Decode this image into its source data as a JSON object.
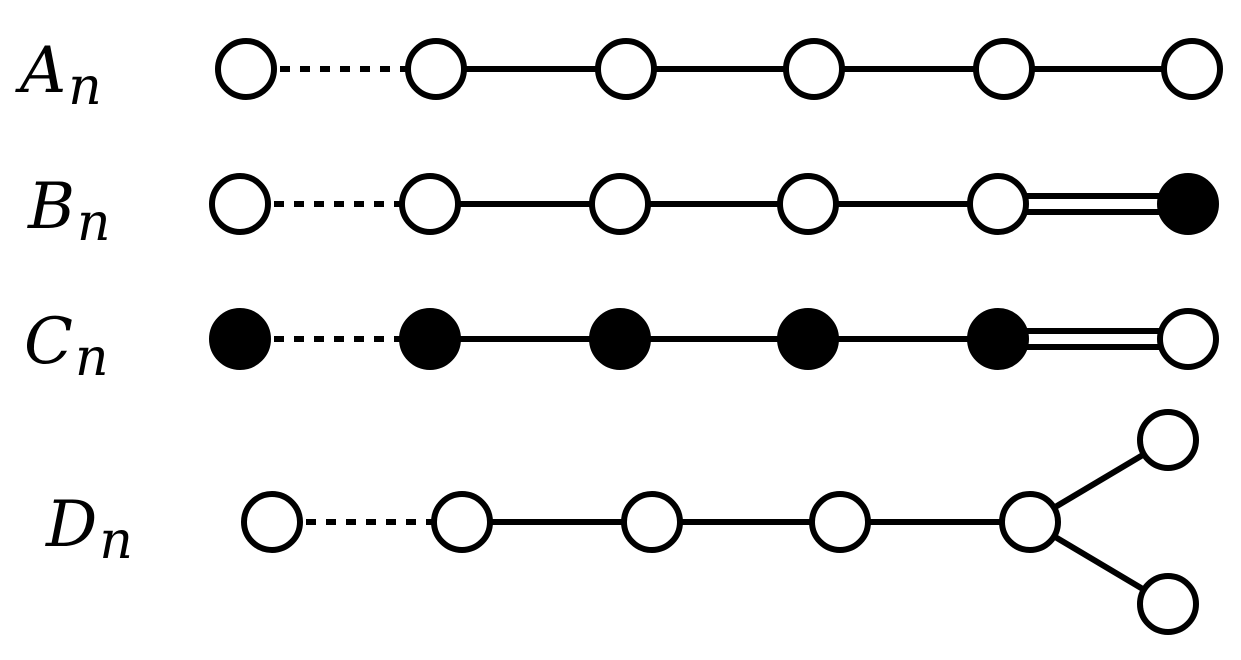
{
  "title": "",
  "colors": {
    "stroke": "#000000",
    "open_node": "#ffffff",
    "filled_node": "#000000"
  },
  "diagrams": [
    {
      "id": "A",
      "letter": "A",
      "subscript": "n",
      "nodes": [
        "open",
        "open",
        "open",
        "open",
        "open",
        "open"
      ],
      "edges": [
        {
          "from": 0,
          "to": 1,
          "type": "dotted"
        },
        {
          "from": 1,
          "to": 2,
          "type": "single"
        },
        {
          "from": 2,
          "to": 3,
          "type": "single"
        },
        {
          "from": 3,
          "to": 4,
          "type": "single"
        },
        {
          "from": 4,
          "to": 5,
          "type": "single"
        }
      ]
    },
    {
      "id": "B",
      "letter": "B",
      "subscript": "n",
      "nodes": [
        "open",
        "open",
        "open",
        "open",
        "open",
        "filled"
      ],
      "edges": [
        {
          "from": 0,
          "to": 1,
          "type": "dotted"
        },
        {
          "from": 1,
          "to": 2,
          "type": "single"
        },
        {
          "from": 2,
          "to": 3,
          "type": "single"
        },
        {
          "from": 3,
          "to": 4,
          "type": "single"
        },
        {
          "from": 4,
          "to": 5,
          "type": "double"
        }
      ]
    },
    {
      "id": "C",
      "letter": "C",
      "subscript": "n",
      "nodes": [
        "filled",
        "filled",
        "filled",
        "filled",
        "filled",
        "open"
      ],
      "edges": [
        {
          "from": 0,
          "to": 1,
          "type": "dotted"
        },
        {
          "from": 1,
          "to": 2,
          "type": "single"
        },
        {
          "from": 2,
          "to": 3,
          "type": "single"
        },
        {
          "from": 3,
          "to": 4,
          "type": "single"
        },
        {
          "from": 4,
          "to": 5,
          "type": "double"
        }
      ]
    },
    {
      "id": "D",
      "letter": "D",
      "subscript": "n",
      "nodes": [
        "open",
        "open",
        "open",
        "open",
        "open",
        "open",
        "open"
      ],
      "edges": [
        {
          "from": 0,
          "to": 1,
          "type": "dotted"
        },
        {
          "from": 1,
          "to": 2,
          "type": "single"
        },
        {
          "from": 2,
          "to": 3,
          "type": "single"
        },
        {
          "from": 3,
          "to": 4,
          "type": "single"
        },
        {
          "from": 4,
          "to": 5,
          "type": "single"
        },
        {
          "from": 4,
          "to": 6,
          "type": "single"
        }
      ]
    }
  ]
}
